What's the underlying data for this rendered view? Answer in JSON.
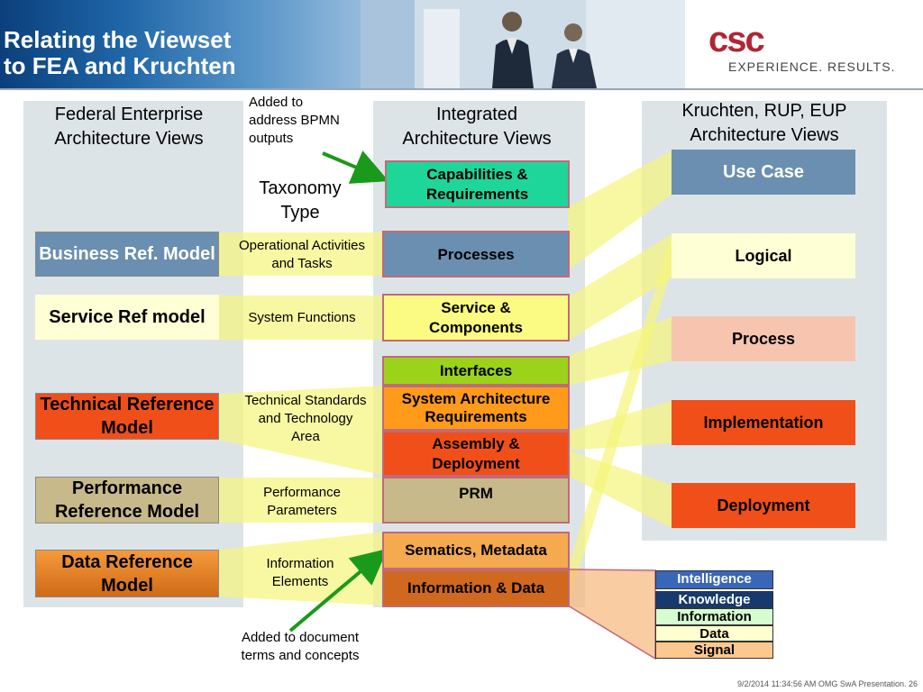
{
  "header": {
    "title_line1": "Relating the Viewset",
    "title_line2": "to FEA and Kruchten",
    "logo": "CSC",
    "tagline": "EXPERIENCE. RESULTS."
  },
  "columns": {
    "fea": {
      "heading_line1": "Federal Enterprise",
      "heading_line2": "Architecture Views",
      "boxes": [
        {
          "label": "Business Ref. Model",
          "bg": "#6b8fb0",
          "fg": "#ffffff"
        },
        {
          "label": "Service Ref model",
          "bg": "#ffffd6",
          "fg": "#000000"
        },
        {
          "label": "Technical Reference Model",
          "bg": "#f04f1a",
          "fg": "#000000"
        },
        {
          "label": "Performance Reference Model",
          "bg": "#c8b98a",
          "fg": "#000000"
        },
        {
          "label": "Data Reference Model",
          "bg": "#e6862a",
          "fg": "#000000"
        }
      ]
    },
    "integrated": {
      "heading_line1": "Integrated",
      "heading_line2": "Architecture Views",
      "boxes": [
        {
          "label_line1": "Capabilities &",
          "label_line2": "Requirements",
          "bg": "#1fd69a",
          "fg": "#000000"
        },
        {
          "label_line1": "Processes",
          "label_line2": "",
          "bg": "#6b8fb0",
          "fg": "#000000"
        },
        {
          "label_line1": "Service &",
          "label_line2": "Components",
          "bg": "#fbfb84",
          "fg": "#000000"
        },
        {
          "label_line1": "Interfaces",
          "label_line2": "",
          "bg": "#9bd21a",
          "fg": "#000000"
        },
        {
          "label_line1": "System Architecture",
          "label_line2": "Requirements",
          "bg": "#ff9a1a",
          "fg": "#000000"
        },
        {
          "label_line1": "Assembly &",
          "label_line2": "Deployment",
          "bg": "#f04f1a",
          "fg": "#000000"
        },
        {
          "label_line1": "PRM",
          "label_line2": "",
          "bg": "#c8b98a",
          "fg": "#000000"
        },
        {
          "label_line1": "Sematics, Metadata",
          "label_line2": "",
          "bg": "#f5aa50",
          "fg": "#000000"
        },
        {
          "label_line1": "Information & Data",
          "label_line2": "",
          "bg": "#d06820",
          "fg": "#000000"
        }
      ]
    },
    "kruchten": {
      "heading_line1": "Kruchten, RUP, EUP",
      "heading_line2": "Architecture Views",
      "boxes": [
        {
          "label": "Use Case",
          "bg": "#6b8fb0",
          "fg": "#ffffff"
        },
        {
          "label": "Logical",
          "bg": "#ffffd6",
          "fg": "#000000"
        },
        {
          "label": "Process",
          "bg": "#f7c4b0",
          "fg": "#000000"
        },
        {
          "label": "Implementation",
          "bg": "#f04f1a",
          "fg": "#000000"
        },
        {
          "label": "Deployment",
          "bg": "#f04f1a",
          "fg": "#000000"
        }
      ]
    }
  },
  "taxonomy": {
    "heading_line1": "Taxonomy",
    "heading_line2": "Type",
    "items": [
      {
        "line1": "Operational Activities",
        "line2": "and Tasks",
        "line3": ""
      },
      {
        "line1": "System Functions",
        "line2": "",
        "line3": ""
      },
      {
        "line1": "Technical Standards",
        "line2": "and Technology",
        "line3": "Area"
      },
      {
        "line1": "Performance",
        "line2": "Parameters",
        "line3": ""
      },
      {
        "line1": "Information",
        "line2": "Elements",
        "line3": ""
      }
    ]
  },
  "notes": {
    "top_line1": "Added to",
    "top_line2": "address BPMN",
    "top_line3": "outputs",
    "bottom_line1": "Added to document",
    "bottom_line2": "terms and concepts"
  },
  "pyramid": [
    {
      "label": "Intelligence",
      "bg": "#3a66b8",
      "fg": "#ffffff"
    },
    {
      "label": "Knowledge",
      "bg": "#163a6e",
      "fg": "#ffffff"
    },
    {
      "label": "Information",
      "bg": "#d6fcd0",
      "fg": "#000000"
    },
    {
      "label": "Data",
      "bg": "#ffffd0",
      "fg": "#000000"
    },
    {
      "label": "Signal",
      "bg": "#fbc890",
      "fg": "#000000"
    }
  ],
  "colors": {
    "connector": "#f5f57a",
    "arrow": "#1a9a1a",
    "panel": "#dde4e8"
  },
  "footer": "9/2/2014 11:34:56 AM OMG SwA Presentation. 26"
}
